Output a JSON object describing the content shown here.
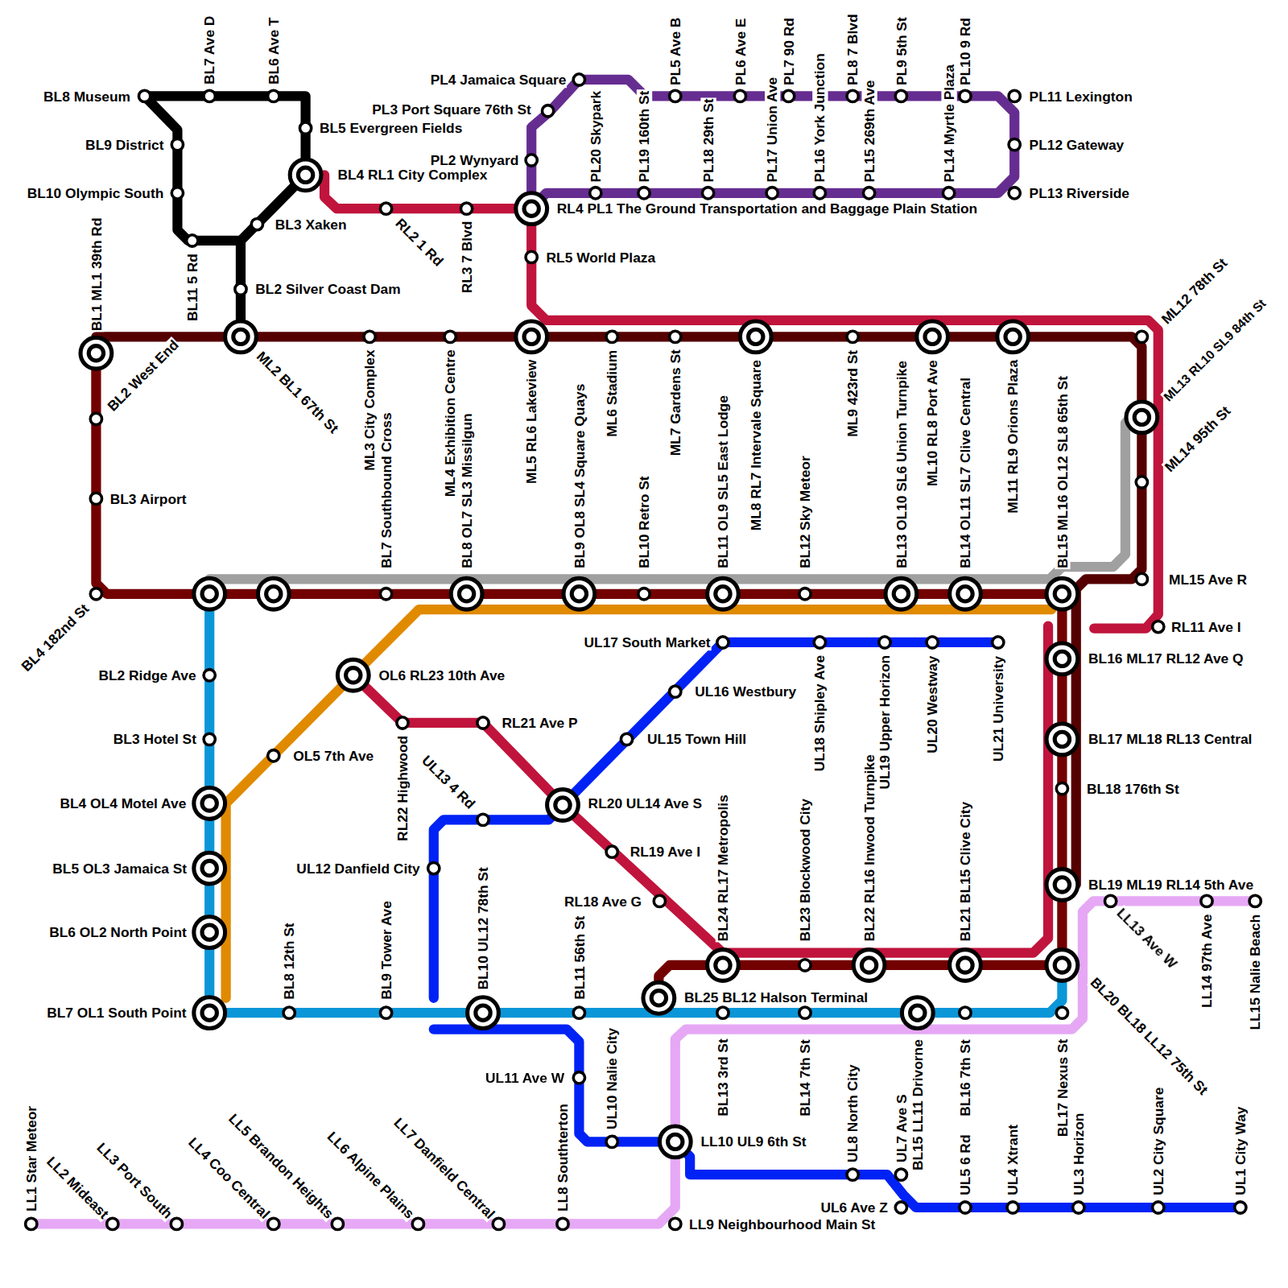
{
  "diagram": {
    "labels": [
      "BL8 Museum",
      "BL7 Ave D",
      "BL6 Ave T",
      "BL5 Evergreen Fields",
      "BL9 District",
      "BL10 Olympic South",
      "BL4 RL1 City Complex",
      "BL3 Xaken",
      "BL11 5 Rd",
      "BL2 Silver Coast Dam",
      "BL1 ML1 39th Rd",
      "BL2 West End",
      "BL3 Airport",
      "BL4 182nd St",
      "ML2 BL1 67th St",
      "RL2 1 Rd",
      "RL3 7 Blvd",
      "RL4 PL1 The Ground Transportation and Baggage Plain Station",
      "RL5 World Plaza",
      "PL2 Wynyard",
      "PL3 Port Square 76th St",
      "PL4 Jamaica Square",
      "PL20 Skypark",
      "PL19 160th St",
      "PL18 29th St",
      "PL17 Union Ave",
      "PL16 York Junction",
      "PL15 269th Ave",
      "PL14 Myrtle Plaza",
      "PL5 Ave B",
      "PL6 Ave E",
      "PL7 90 Rd",
      "PL8 7 Blvd",
      "PL9 5th St",
      "PL10 9 Rd",
      "PL11 Lexington",
      "PL12 Gateway",
      "PL13 Riverside",
      "ML3 City Complex",
      "BL7 Southbound Cross",
      "ML4 Exhibition Centre",
      "BL8 OL7 SL3 Missilgun",
      "ML5 RL6 Lakeview",
      "BL9 OL8 SL4 Square Quays",
      "ML6 Stadium",
      "BL10 Retro St",
      "ML7 Gardens St",
      "BL11 OL9 SL5 East Lodge",
      "ML8 RL7 Intervale Square",
      "BL12 Sky Meteor",
      "ML9 423rd St",
      "BL13 OL10 SL6 Union Turnpike",
      "ML10 RL8 Port Ave",
      "BL14 OL11 SL7 Clive Central",
      "ML11 RL9 Orions Plaza",
      "BL15 ML16 OL12 SL8 65th St",
      "ML12 78th St",
      "ML13 RL10 SL9 84th St",
      "ML14 95th St",
      "ML15 Ave R",
      "RL11 Ave I",
      "BL16 ML17 RL12 Ave Q",
      "BL17 ML18 RL13 Central",
      "BL18 176th St",
      "BL19 ML19 RL14 5th Ave",
      "LL13 Ave W",
      "LL14 97th Ave",
      "LL15 Nalie Beach",
      "BL20 BL18 LL12 75th St",
      "BL2 Ridge Ave",
      "BL3 Hotel St",
      "BL4 OL4 Motel Ave",
      "BL5 OL3 Jamaica St",
      "BL6 OL2 North Point",
      "BL7 OL1 South Point",
      "OL6 RL23 10th Ave",
      "OL5 7th Ave",
      "RL21 Ave P",
      "RL22 Highwood",
      "UL13 4 Rd",
      "UL12 Danfield City",
      "RL20 UL14 Ave S",
      "RL19 Ave I",
      "RL18 Ave G",
      "UL16 Westbury",
      "UL15 Town Hill",
      "UL17 South Market",
      "UL18 Shipley Ave",
      "UL19 Upper Horizon",
      "UL20 Westway",
      "UL21 University",
      "BL10 UL12 78th St",
      "BL8 12th St",
      "BL9 Tower Ave",
      "BL11 56th St",
      "BL24 RL17 Metropolis",
      "BL23 Blockwood City",
      "BL22 RL16 Inwood Turnpike",
      "BL21 BL15 Clive City",
      "BL25 BL12 Halson Terminal",
      "BL13 3rd St",
      "BL14 7th St",
      "UL8 North City",
      "UL7 Ave S",
      "BL15 LL11 Drivorne",
      "BL16 7th St",
      "BL17 Nexus St",
      "UL3 Horizon",
      "UL11 Ave W",
      "UL10 Nalie City",
      "LL8 Southterton",
      "LL10 UL9 6th St",
      "UL6 Ave Z",
      "UL5 6 Rd",
      "UL4 Xtrant",
      "UL2 City Square",
      "UL1 City Way",
      "LL9 Neighbourhood Main St",
      "LL1 Star Meteor",
      "LL2 Mideast",
      "LL3 Port South",
      "LL4 Coo Central",
      "LL5 Brandon Heights",
      "LL6 Alpine Plains",
      "LL7 Danfield Central"
    ]
  }
}
